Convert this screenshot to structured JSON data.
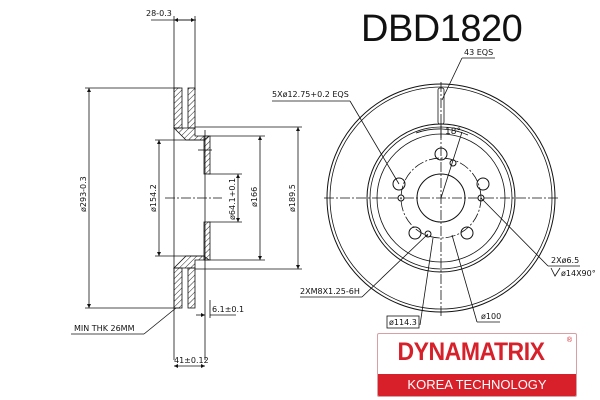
{
  "part_number": "DBD1820",
  "side_view": {
    "thickness_top": "28-0.3",
    "overall_diameter": "ø293-0.3",
    "diameter_154": "ø154.2",
    "center_bore": "ø64.1+0.1",
    "diameter_166": "ø166",
    "diameter_189": "ø189.5",
    "hat_thickness": "6.1±0.1",
    "overall_height": "41±0.12",
    "min_thickness": "MIN THK 26MM"
  },
  "front_view": {
    "vent_slots": "43 EQS",
    "bolt_holes": "5Xø12.75+0.2 EQS",
    "angle": "18°",
    "pin_holes": "2Xø6.5",
    "countersink": "ø14X90°",
    "threaded_holes": "2XM8X1.25-6H",
    "pcd": "ø114.3",
    "diameter_100": "ø100"
  },
  "logo": {
    "brand": "DYNAMATRIX",
    "registered": "®",
    "tagline": "KOREA TECHNOLOGY",
    "brand_color": "#d7202a"
  }
}
